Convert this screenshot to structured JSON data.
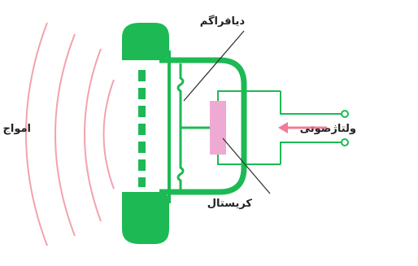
{
  "labels": {
    "diaphragm": "دیافراگم",
    "sound_waves": "امواج صوتی",
    "audio_voltage": "ولتاژصوتی",
    "crystal": "کریستال"
  },
  "colors": {
    "body": "#1db954",
    "waves": "#f2a3ad",
    "crystal": "#eeaad2",
    "arrow": "#f07c9a",
    "leader": "#333333"
  },
  "icons": {
    "input_arrow": "arrow-left-icon",
    "terminals": "terminal-circle-icon"
  }
}
